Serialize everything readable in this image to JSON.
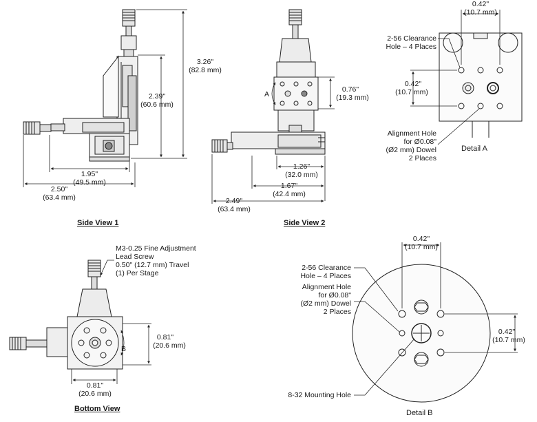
{
  "views": {
    "side_view_1": "Side View 1",
    "side_view_2": "Side View 2",
    "bottom_view": "Bottom View",
    "detail_a": "Detail A",
    "detail_b": "Detail B"
  },
  "side_view_1": {
    "height_total": "3.26\"",
    "height_total_mm": "(82.8 mm)",
    "height_stage": "2.39\"",
    "height_stage_mm": "(60.6 mm)",
    "width_base": "1.95\"",
    "width_base_mm": "(49.5 mm)",
    "width_total": "2.50\"",
    "width_total_mm": "(63.4 mm)"
  },
  "side_view_2": {
    "marker": "A",
    "plate_height": "0.76\"",
    "plate_height_mm": "(19.3 mm)",
    "w1": "1.26\"",
    "w1_mm": "(32.0 mm)",
    "w2": "1.67\"",
    "w2_mm": "(42.4 mm)",
    "w3": "2.49\"",
    "w3_mm": "(63.4 mm)"
  },
  "detail_a": {
    "spacing_top": "0.42\"",
    "spacing_top_mm": "(10.7 mm)",
    "spacing_left": "0.42\"",
    "spacing_left_mm": "(10.7 mm)",
    "clearance_1": "2-56 Clearance",
    "clearance_2": "Hole – 4 Places",
    "align_1": "Alignment Hole",
    "align_2": "for Ø0.08\"",
    "align_3": "(Ø2 mm) Dowel",
    "align_4": "2 Places"
  },
  "bottom_view": {
    "lead_1": "M3-0.25 Fine Adjustment",
    "lead_2": "Lead Screw",
    "lead_3": "0.50\" (12.7 mm) Travel",
    "lead_4": "(1) Per Stage",
    "marker": "B",
    "height": "0.81\"",
    "height_mm": "(20.6 mm)",
    "width": "0.81\"",
    "width_mm": "(20.6 mm)"
  },
  "detail_b": {
    "spacing_top": "0.42\"",
    "spacing_top_mm": "(10.7 mm)",
    "spacing_right": "0.42\"",
    "spacing_right_mm": "(10.7 mm)",
    "clearance_1": "2-56 Clearance",
    "clearance_2": "Hole – 4 Places",
    "align_1": "Alignment Hole",
    "align_2": "for Ø0.08\"",
    "align_3": "(Ø2 mm) Dowel",
    "align_4": "2 Places",
    "mount": "8-32 Mounting Hole"
  }
}
